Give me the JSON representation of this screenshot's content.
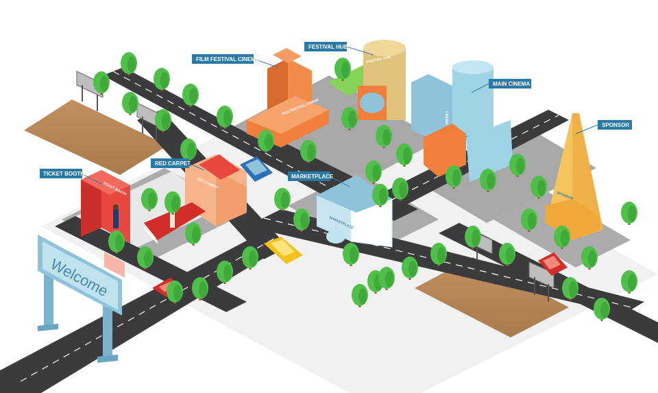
{
  "labels": {
    "film_festival_cinema": "FILM FESTIVAL CINEMA",
    "festival_hub": "FESTIVAL HUB",
    "main_cinema": "MAIN CINEMA",
    "sponsor": "SPONSOR",
    "ticket_booth": "TICKET BOOTH",
    "red_carpet": "RED CARPET",
    "marketplace": "MARKETPLACE"
  },
  "signage": {
    "welcome": "Welcome",
    "film_festival_cinema_facade": "FILM FESTIVAL CINEMA",
    "cinema_vertical": "CINEMA",
    "sponsor_tower": "SPONSOR",
    "ticket_booth_front": "TICKET BOOTH",
    "red_carpet_facade": "RED CARPET",
    "festival_hub_facade": "FESTIVAL HUB",
    "marketplace_facade": "MARKETPLACE"
  },
  "colors": {
    "road": "#3a3a3c",
    "road_marking": "#ffffff",
    "block": "#a9a9a9",
    "sidewalk": "#ececec",
    "lot": "#b5865a",
    "tree": "#4fbf4a",
    "callout": "#2979a6",
    "orange": "#f07f3c",
    "teal_glass": "#9fd3e6",
    "sign_blue": "#8ec3da"
  }
}
